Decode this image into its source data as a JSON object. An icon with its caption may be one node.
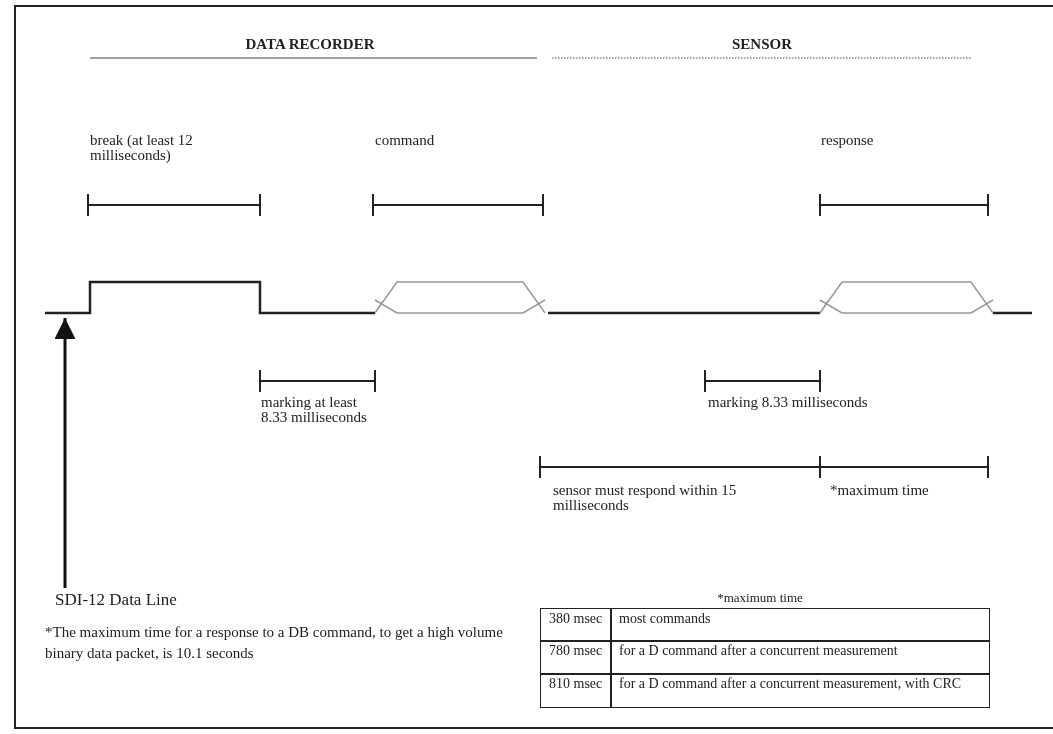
{
  "diagram": {
    "nodes": [
      {
        "text": [
          "SDI-12 Data Line"
        ]
      },
      {
        "text": [],
        "shape": "picture"
      }
    ],
    "edges": [
      {
        "from": 0,
        "to": 1,
        "arrow": "to"
      }
    ],
    "labels": [
      "DATA RECORDER",
      "SENSOR",
      "break (at least 12 milliseconds)",
      "command",
      "response",
      "marking at least 8.33 milliseconds",
      "marking 8.33 milliseconds",
      "sensor must respond within 15 milliseconds",
      "*maximum time",
      "*maximum time",
      "*The maximum time for a response to a DB command, to get a high volume binary data packet, is 10.1 seconds",
      "380 msec",
      "most commands",
      "780 msec",
      "for a D command after a concurrent measurement",
      "810 msec",
      "for a D command after a concurrent measurement, with CRC"
    ]
  }
}
